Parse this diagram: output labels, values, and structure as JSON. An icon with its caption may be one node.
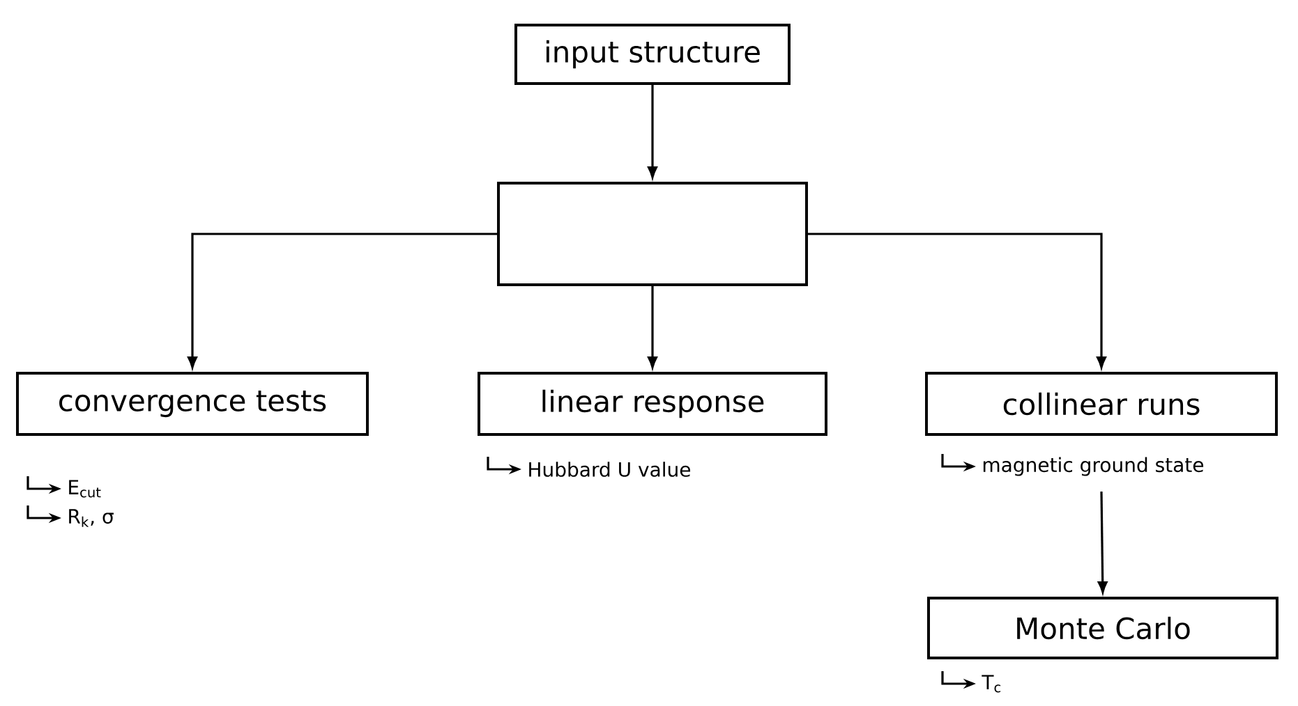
{
  "diagram": {
    "nodes": [
      {
        "text": [
          "input structure"
        ]
      },
      {
        "text": [],
        "shape": "box"
      },
      {
        "text": [
          "convergence tests"
        ],
        "beside": [
          "E$_{cut}$",
          "R$_{k}$, σ"
        ]
      },
      {
        "text": [
          "linear response"
        ],
        "beside": [
          "Hubbard U value"
        ]
      },
      {
        "text": [
          "collinear runs"
        ],
        "beside": [
          "magnetic ground state"
        ]
      },
      {
        "text": [
          "Monte Carlo"
        ],
        "beside": [
          "T$_{c}$"
        ]
      }
    ],
    "edges": [
      {
        "from": 0,
        "to": 1,
        "arrow": "to"
      },
      {
        "from": 1,
        "to": 2,
        "arrow": "to"
      },
      {
        "from": 1,
        "to": 3,
        "arrow": "to"
      },
      {
        "from": 1,
        "to": 4,
        "arrow": "to"
      },
      {
        "from": 4,
        "to": 5,
        "arrow": "to"
      }
    ]
  }
}
